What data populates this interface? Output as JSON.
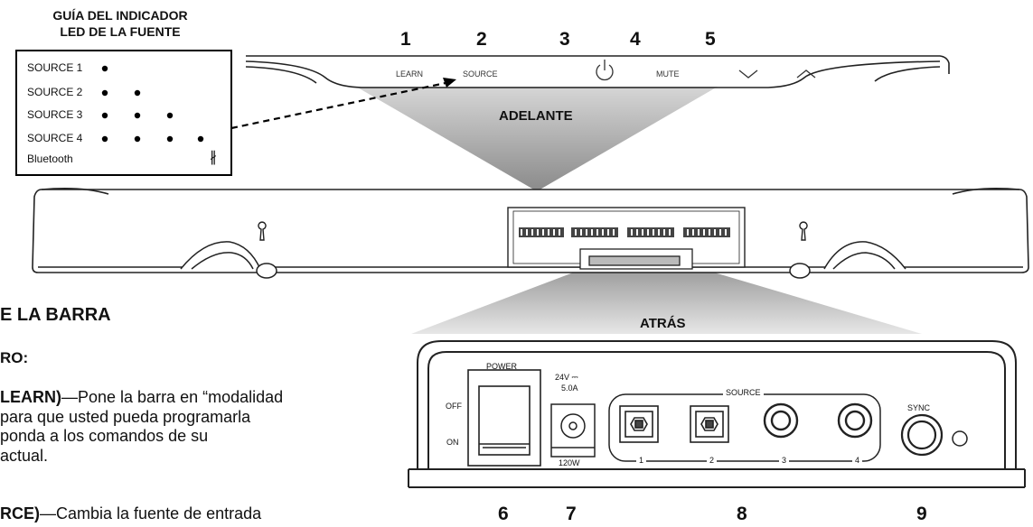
{
  "guide": {
    "title_line1": "GUÍA DEL INDICADOR",
    "title_line2": "LED DE LA FUENTE",
    "rows": [
      {
        "label": "SOURCE 1",
        "dots": 1
      },
      {
        "label": "SOURCE 2",
        "dots": 2
      },
      {
        "label": "SOURCE 3",
        "dots": 3
      },
      {
        "label": "SOURCE 4",
        "dots": 4
      },
      {
        "label": "Bluetooth",
        "dots": 0
      }
    ],
    "bluetooth_symbol": "∦"
  },
  "front": {
    "numbers": [
      "1",
      "2",
      "3",
      "4",
      "5"
    ],
    "learn_label": "LEARN",
    "source_label": "SOURCE",
    "mute_label": "MUTE",
    "view_label": "ADELANTE"
  },
  "back": {
    "view_label": "ATRÁS",
    "power_label": "POWER",
    "off_label": "OFF",
    "on_label": "ON",
    "voltage_label": "24V ⎓",
    "current_label": "5.0A",
    "watt_label": "120W",
    "source_label": "SOURCE",
    "port_numbers": [
      "1",
      "2",
      "3",
      "4"
    ],
    "sync_label": "SYNC",
    "numbers": [
      "6",
      "7",
      "8",
      "9"
    ]
  },
  "text": {
    "heading": "E LA BARRA",
    "subheading": "RO:",
    "para1_bold": "LEARN)",
    "para1_line1": "—Pone la barra en “modalidad",
    "para1_line2": "para que usted pueda programarla",
    "para1_line3": "ponda a los comandos de su",
    "para1_line4": "actual.",
    "para2_bold": "RCE)",
    "para2_line1": "—Cambia la fuente de entrada"
  }
}
